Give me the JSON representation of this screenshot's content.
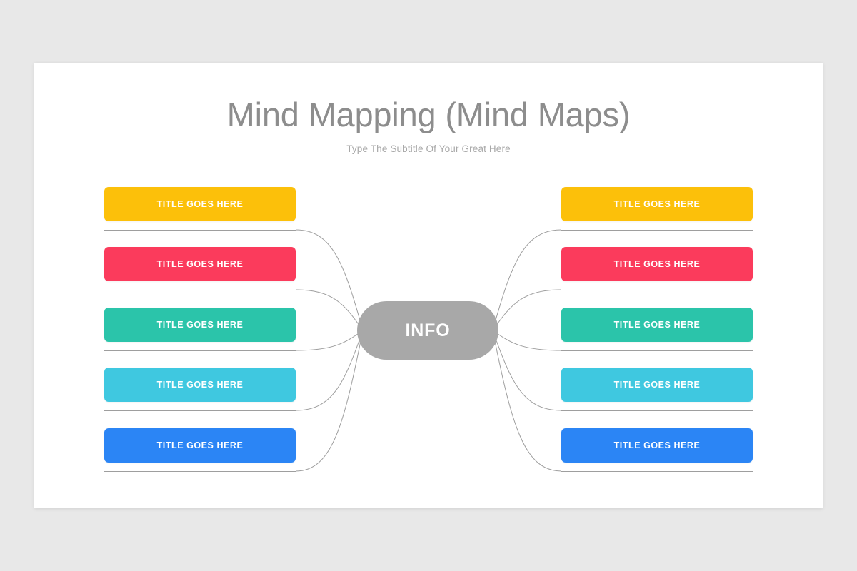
{
  "page": {
    "background_color": "#E8E8E8",
    "slide_background_color": "#FFFFFF"
  },
  "header": {
    "title": "Mind Mapping (Mind Maps)",
    "subtitle": "Type The Subtitle Of Your Great Here",
    "title_color": "#8D8D8D",
    "subtitle_color": "#A8A8A8"
  },
  "center": {
    "label": "INFO",
    "color": "#A8A8A8",
    "text_color": "#FFFFFF"
  },
  "connectors": {
    "color": "#9E9E9E",
    "width": 1
  },
  "chart_data": {
    "type": "diagram",
    "diagram_type": "mind-map",
    "title": "Mind Mapping (Mind Maps)",
    "center_node": "INFO",
    "branch_count": 10,
    "sides": [
      "left",
      "right"
    ],
    "rows_per_side": 5
  },
  "branches": {
    "left": [
      {
        "label": "TITLE GOES HERE",
        "color": "#FCC00A",
        "row": 1
      },
      {
        "label": "TITLE GOES HERE",
        "color": "#FB3B5C",
        "row": 2
      },
      {
        "label": "TITLE GOES HERE",
        "color": "#2BC4AA",
        "row": 3
      },
      {
        "label": "TITLE GOES HERE",
        "color": "#3FC8E0",
        "row": 4
      },
      {
        "label": "TITLE GOES HERE",
        "color": "#2B85F5",
        "row": 5
      }
    ],
    "right": [
      {
        "label": "TITLE GOES HERE",
        "color": "#FCC00A",
        "row": 1
      },
      {
        "label": "TITLE GOES HERE",
        "color": "#FB3B5C",
        "row": 2
      },
      {
        "label": "TITLE GOES HERE",
        "color": "#2BC4AA",
        "row": 3
      },
      {
        "label": "TITLE GOES HERE",
        "color": "#3FC8E0",
        "row": 4
      },
      {
        "label": "TITLE GOES HERE",
        "color": "#2B85F5",
        "row": 5
      }
    ]
  }
}
